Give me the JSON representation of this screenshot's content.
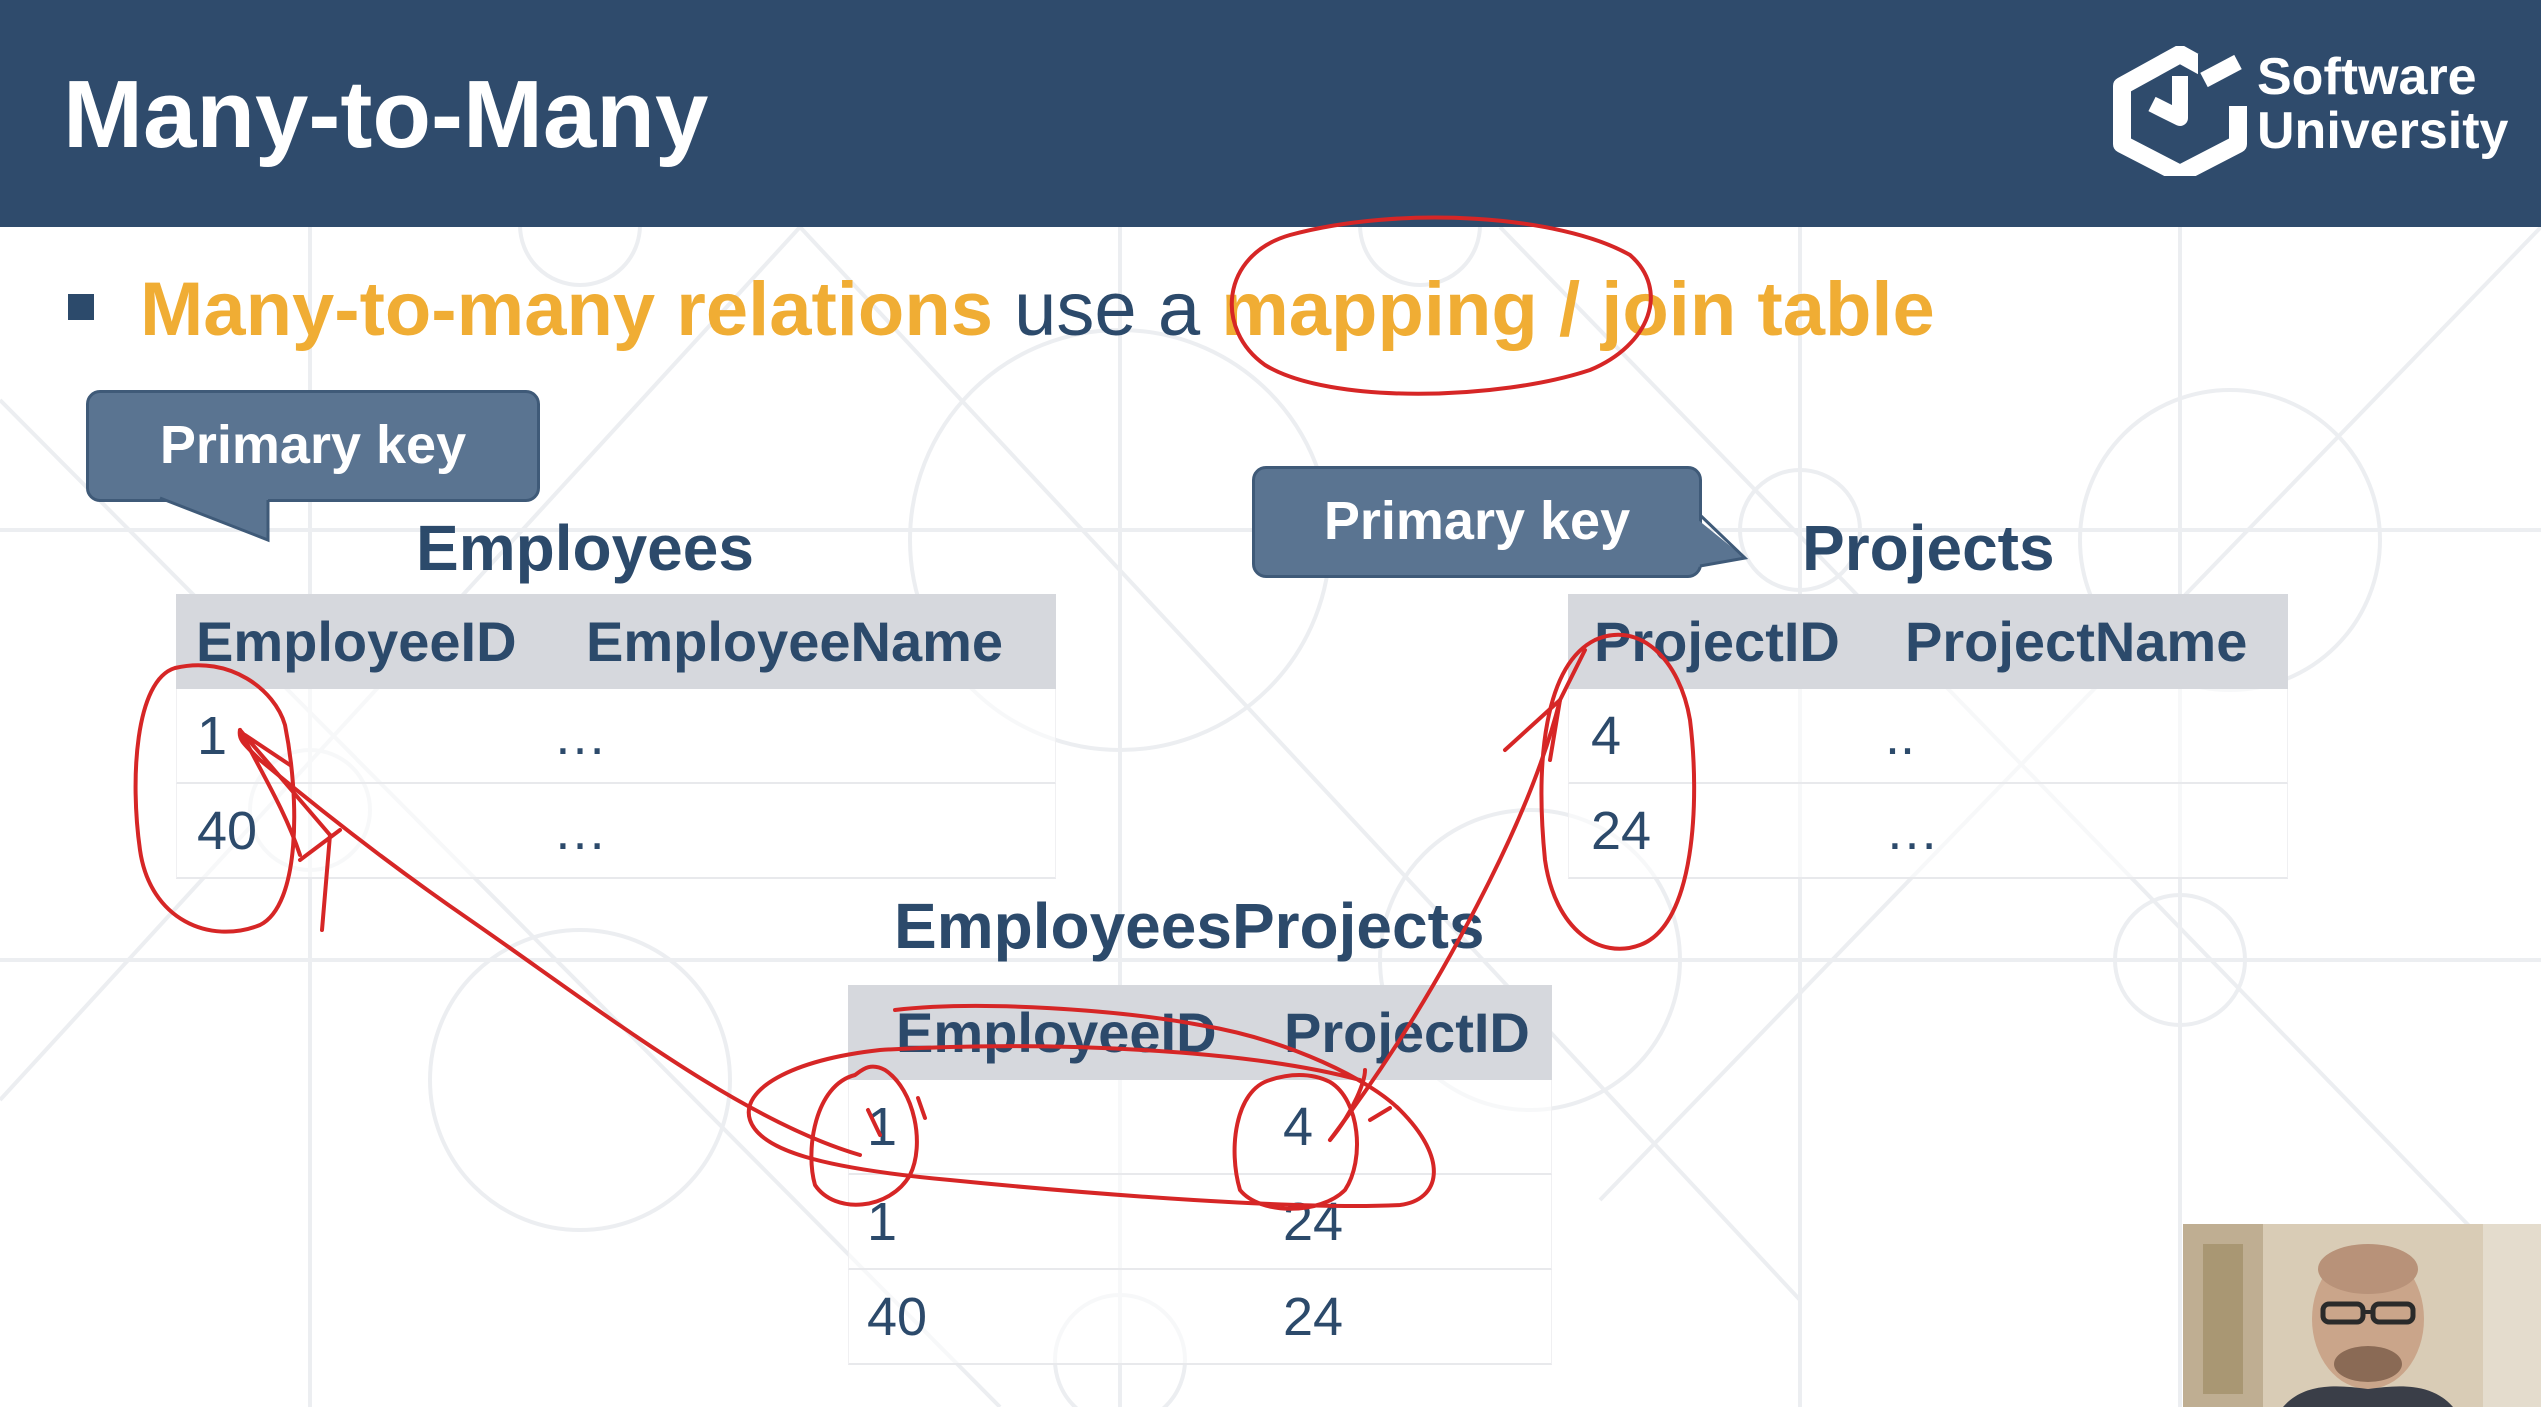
{
  "slide": {
    "title": "Many-to-Many"
  },
  "logo": {
    "line1": "Software",
    "line2": "University",
    "icon": "softuni-hex-logo-icon"
  },
  "bullet": {
    "part1": "Many-to-many relations",
    "part2": " use a ",
    "part3": "mapping / join table",
    "accent_color": "#f0ad34"
  },
  "callouts": {
    "employees_pk": "Primary key",
    "projects_pk": "Primary key"
  },
  "employees": {
    "title": "Employees",
    "columns": [
      "EmployeeID",
      "EmployeeName"
    ],
    "rows": [
      [
        "1",
        "…"
      ],
      [
        "40",
        "…"
      ]
    ]
  },
  "projects": {
    "title": "Projects",
    "columns": [
      "ProjectID",
      "ProjectName"
    ],
    "rows": [
      [
        "4",
        ".."
      ],
      [
        "24",
        "…"
      ]
    ]
  },
  "employees_projects": {
    "title": "EmployeesProjects",
    "columns": [
      "EmployeeID",
      "ProjectID"
    ],
    "rows": [
      [
        "1",
        "4"
      ],
      [
        "1",
        "24"
      ],
      [
        "40",
        "24"
      ]
    ]
  },
  "colors": {
    "header_bg": "#2f4b6c",
    "text": "#2c4a6b",
    "ink": "#d62626",
    "callout_bg": "#5a7491",
    "table_header_bg": "#d6d8dd"
  },
  "webcam": {
    "icon": "presenter-webcam-icon"
  }
}
